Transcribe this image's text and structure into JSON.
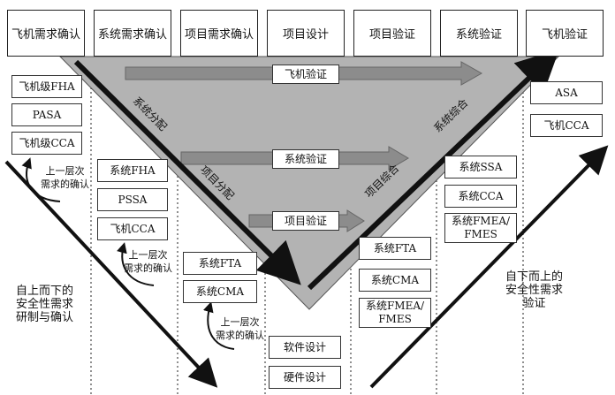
{
  "headers": [
    "飞机需求确认",
    "系统需求确认",
    "项目需求确认",
    "项目设计",
    "项目验证",
    "系统验证",
    "飞机验证"
  ],
  "left_boxes": {
    "aircraft": [
      "飞机级FHA",
      "PASA",
      "飞机级CCA"
    ],
    "system": [
      "系统FHA",
      "PSSA",
      "飞机CCA"
    ],
    "item": [
      "系统FTA",
      "系统CMA"
    ]
  },
  "bottom_boxes": [
    "软件设计",
    "硬件设计"
  ],
  "right_boxes": {
    "item": [
      "系统FTA",
      "系统CMA",
      "系统FMEA/\nFMES"
    ],
    "system": [
      "系统SSA",
      "系统CCA",
      "系统FMEA/\nFMES"
    ],
    "aircraft": [
      "ASA",
      "飞机CCA"
    ]
  },
  "verification_labels": [
    "飞机验证",
    "系统验证",
    "项目验证"
  ],
  "diagonal_labels": {
    "system_alloc": "系统分配",
    "item_alloc": "项目分配",
    "item_integ": "项目综合",
    "system_integ": "系统综合"
  },
  "feedback_labels": [
    "上一层次\n需求的确认",
    "上一层次\n需求的确认",
    "上一层次\n需求的确认"
  ],
  "side_labels": {
    "top_down": "自上而下的\n安全性需求\n研制与确认",
    "bottom_up": "自下而上的\n安全性需求\n验证"
  },
  "colors": {
    "triangle": "#b3b3b3",
    "arrow_fill": "#8c8c8c",
    "line": "#111111"
  }
}
